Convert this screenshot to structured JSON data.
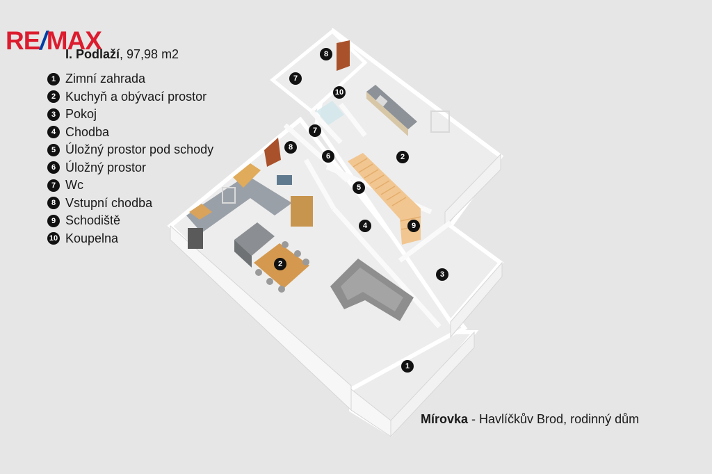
{
  "logo": {
    "re": "RE",
    "slash": "/",
    "max": "MAX"
  },
  "floor": {
    "name": "I. Podlaží",
    "area": ", 97,98 m2"
  },
  "legend": [
    {
      "num": "1",
      "label": "Zimní zahrada"
    },
    {
      "num": "2",
      "label": "Kuchyň a obývací prostor"
    },
    {
      "num": "3",
      "label": "Pokoj"
    },
    {
      "num": "4",
      "label": "Chodba"
    },
    {
      "num": "5",
      "label": "Úložný prostor pod schody"
    },
    {
      "num": "6",
      "label": "Úložný prostor"
    },
    {
      "num": "7",
      "label": "Wc"
    },
    {
      "num": "8",
      "label": "Vstupní chodba"
    },
    {
      "num": "9",
      "label": "Schodiště"
    },
    {
      "num": "10",
      "label": "Koupelna"
    }
  ],
  "markers": [
    "8",
    "7",
    "10",
    "7",
    "8",
    "6",
    "2",
    "5",
    "4",
    "9",
    "2",
    "3",
    "1"
  ],
  "caption": {
    "bold": "Mírovka",
    "rest": " - Havlíčkův Brod, rodinný dům"
  },
  "colors": {
    "brand_red": "#dc1c2e",
    "brand_blue": "#003da5",
    "marker": "#111111"
  }
}
